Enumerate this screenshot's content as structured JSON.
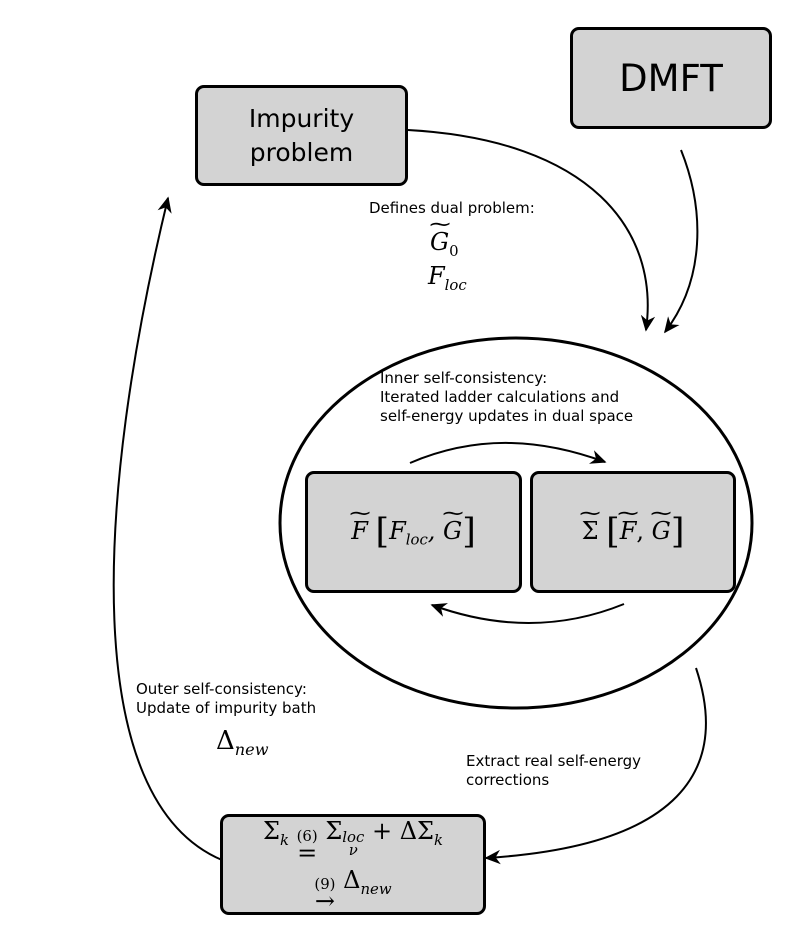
{
  "nodes": {
    "dmft": {
      "label": "DMFT"
    },
    "impurity": {
      "line1": "Impurity",
      "line2": "problem"
    },
    "f_box": {
      "symbol": "F",
      "arg1": "F",
      "arg1_sub": "loc",
      "arg2": "G"
    },
    "sigma_box": {
      "symbol": "Σ",
      "arg1": "F",
      "arg2": "G"
    },
    "bottom_box": {
      "row1_lhs": "Σ",
      "row1_lhs_sub": "k",
      "row1_ref": "(6)",
      "row1_term1": "Σ",
      "row1_term1_sup": "loc",
      "row1_term1_sub": "ν",
      "row1_plus": "+ ΔΣ",
      "row1_plus_sub": "k",
      "row2_ref": "(9)",
      "row2_rhs": "Δ",
      "row2_rhs_sub": "new"
    }
  },
  "annotations": {
    "dual_problem": {
      "text": "Defines dual problem:",
      "g0": "G",
      "g0_sub": "0",
      "floc": "F",
      "floc_sub": "loc"
    },
    "inner": {
      "line1": "Inner self-consistency:",
      "line2": "Iterated ladder calculations and",
      "line3": "self-energy updates in dual space"
    },
    "outer": {
      "line1": "Outer self-consistency:",
      "line2": "Update of impurity bath",
      "delta": "Δ",
      "delta_sub": "new"
    },
    "extract": {
      "line1": "Extract real self-energy",
      "line2": "corrections"
    }
  }
}
